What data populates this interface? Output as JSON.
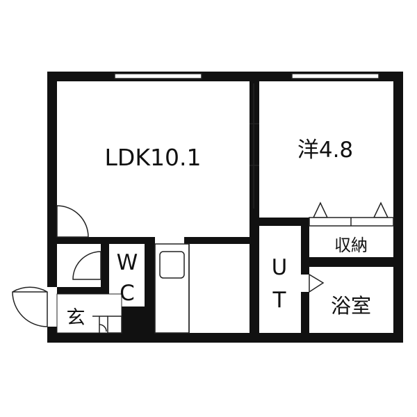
{
  "floor_plan": {
    "rooms": {
      "ldk": {
        "label": "LDK10.1"
      },
      "western_room": {
        "label": "洋4.8"
      },
      "storage": {
        "label": "収納"
      },
      "bathroom": {
        "label": "浴室"
      },
      "utility": {
        "label_top": "U",
        "label_bottom": "T"
      },
      "toilet": {
        "label_top": "W",
        "label_bottom": "C"
      },
      "entrance": {
        "label": "玄"
      }
    },
    "colors": {
      "wall": "#111111",
      "background": "#ffffff",
      "line": "#222222"
    }
  }
}
